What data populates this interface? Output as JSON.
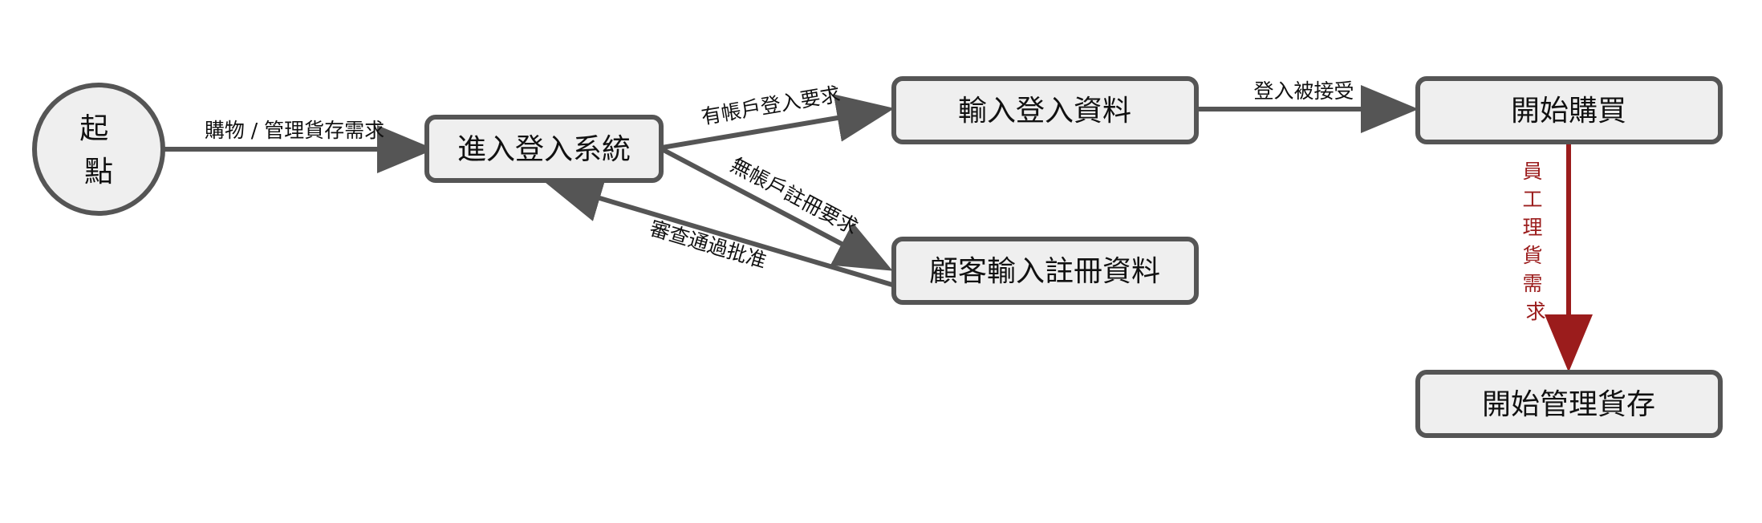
{
  "colors": {
    "node_fill": "#efefef",
    "node_stroke": "#555555",
    "edge": "#555555",
    "edge_highlight": "#9b1c1c"
  },
  "nodes": {
    "start": "起點",
    "start_line1": "起",
    "start_line2": "點",
    "login_system": "進入登入系統",
    "enter_login": "輸入登入資料",
    "register": "顧客輸入註冊資料",
    "start_purchase": "開始購買",
    "start_inventory": "開始管理貨存"
  },
  "edges": {
    "start_to_login": "購物 / 管理貨存需求",
    "has_account": "有帳戶登入要求",
    "no_account": "無帳戶註冊要求",
    "approved": "審查通過批准",
    "login_accepted": "登入被接受",
    "staff_inventory": "員工理貨需求",
    "staff_inventory_chars": [
      "員",
      "工",
      "理",
      "貨",
      "需",
      "求"
    ]
  }
}
